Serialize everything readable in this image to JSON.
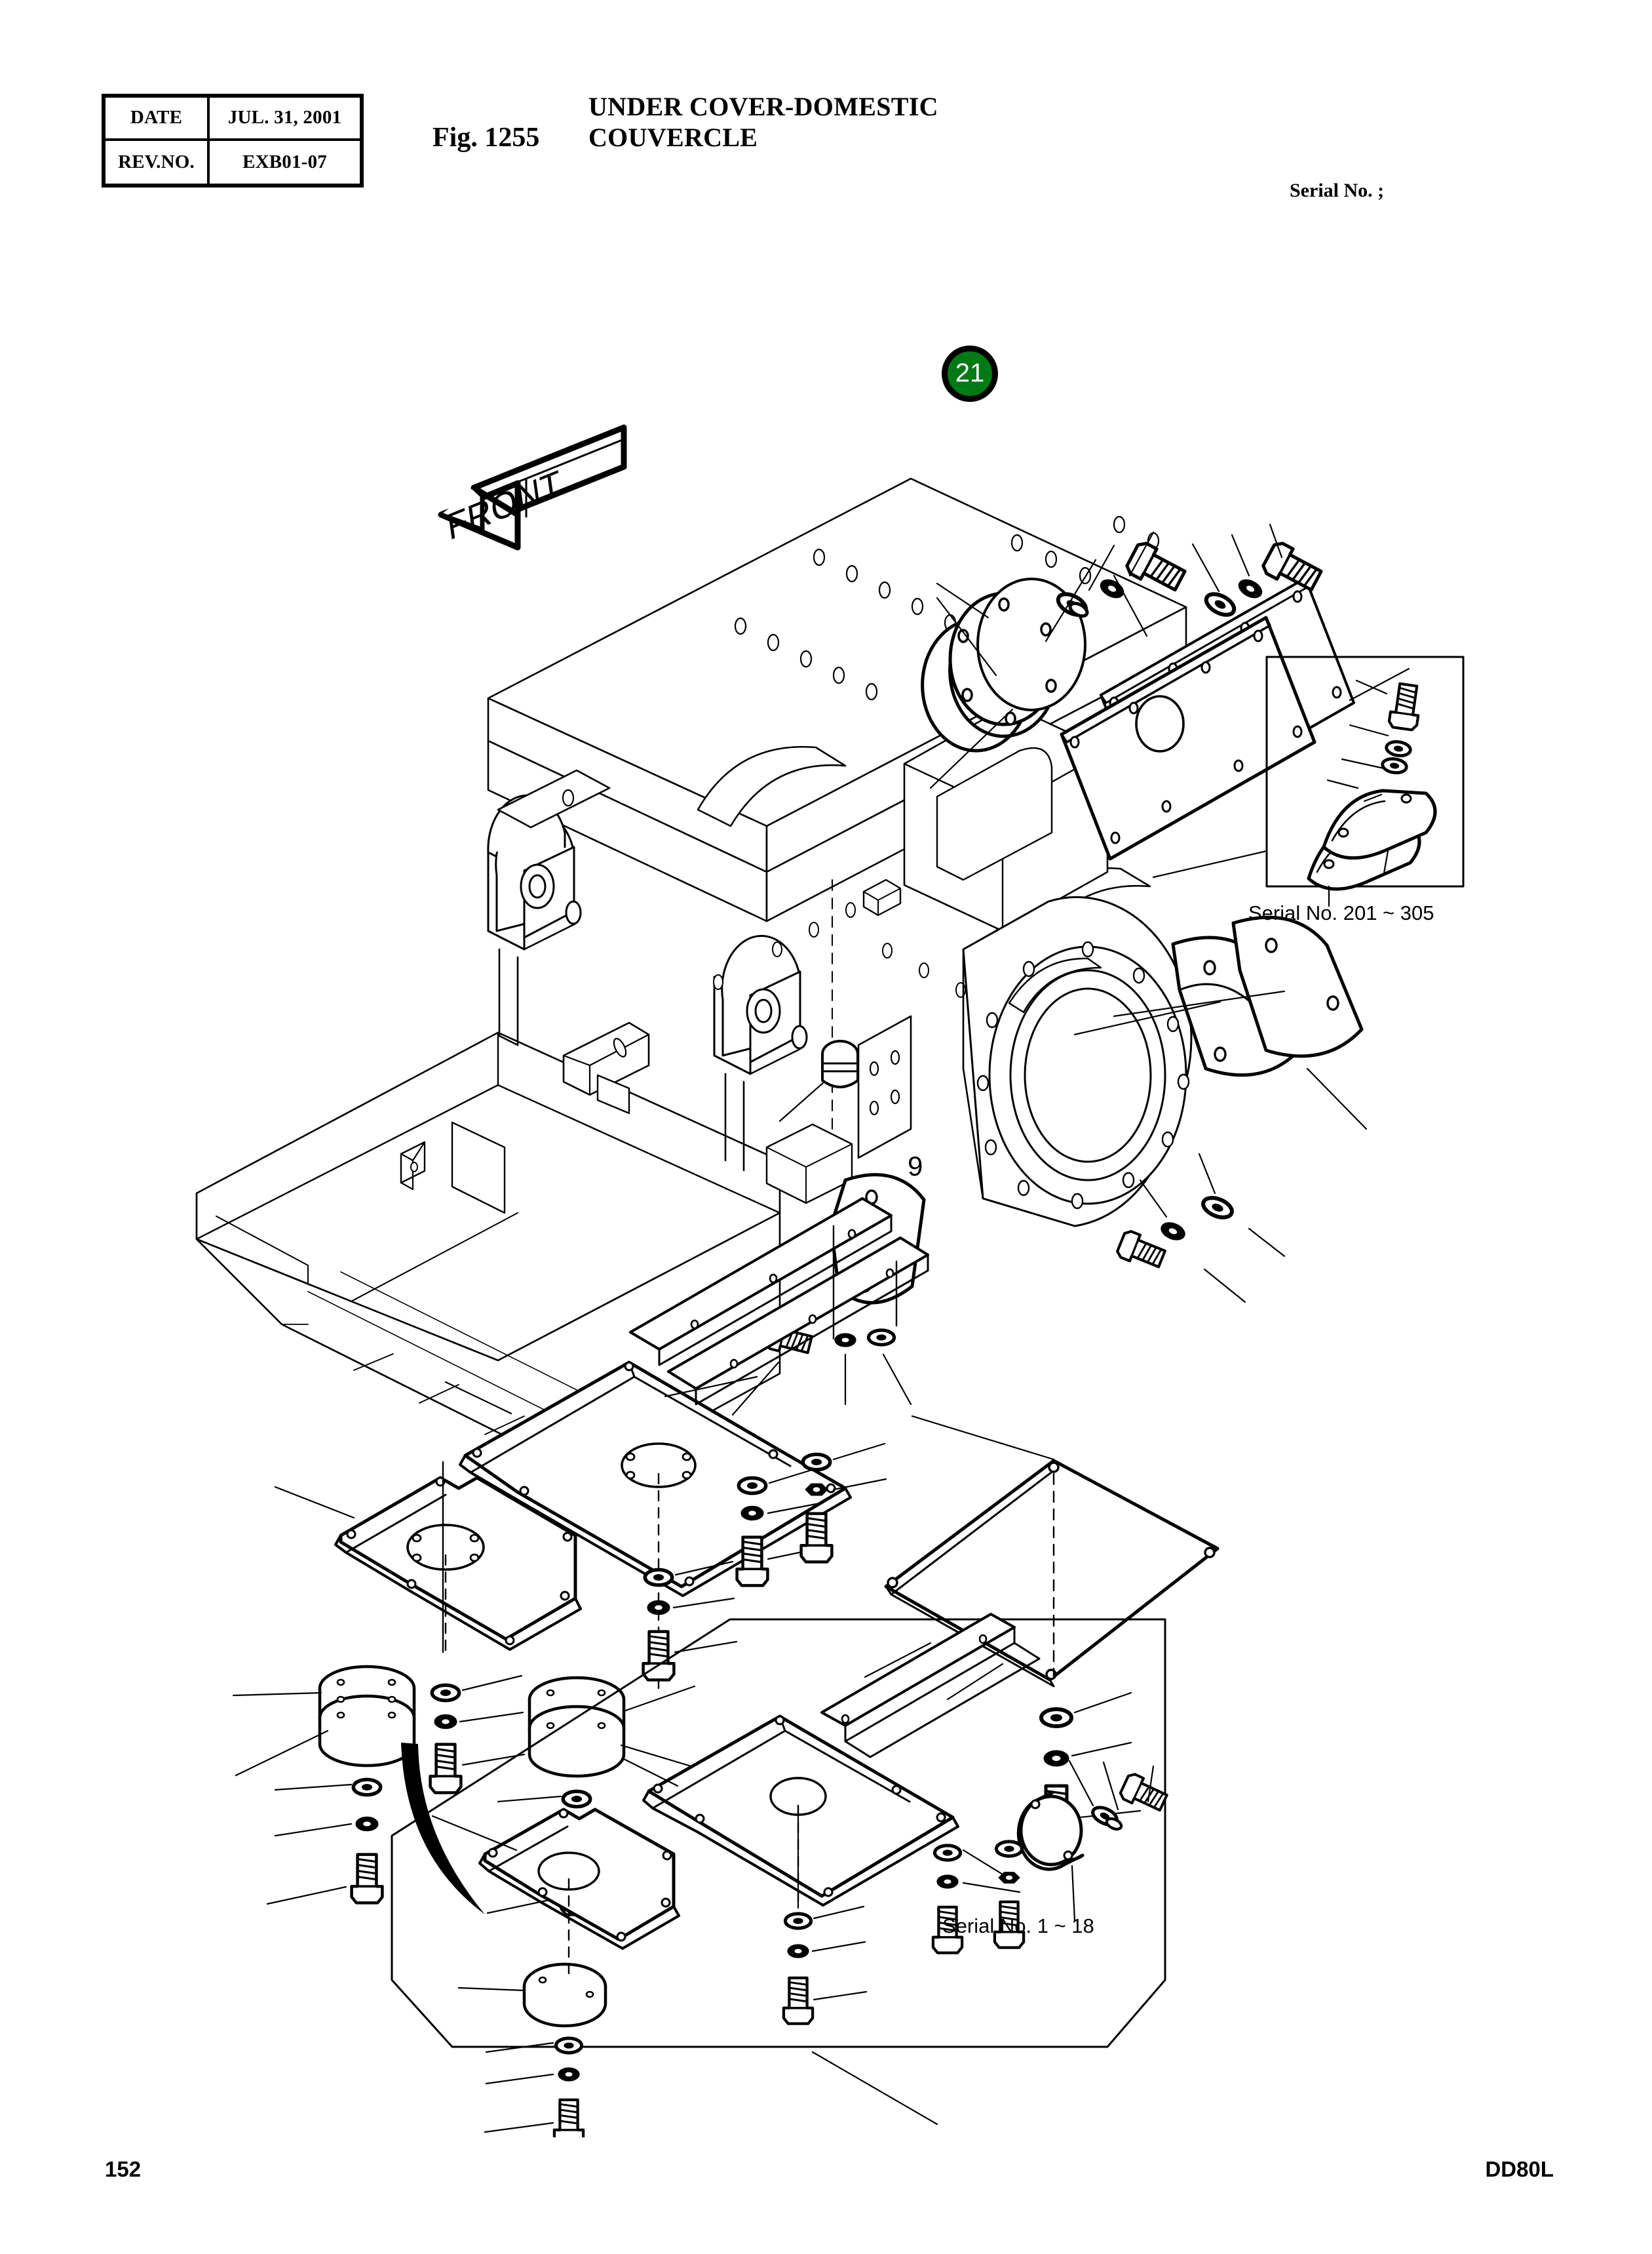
{
  "header": {
    "table": {
      "rows": [
        {
          "key": "DATE",
          "value": "JUL. 31, 2001"
        },
        {
          "key": "REV.NO.",
          "value": "EXB01-07"
        }
      ]
    },
    "figure_number": "Fig. 1255",
    "title_line1": "UNDER COVER-DOMESTIC",
    "title_line2": "COUVERCLE",
    "serial_label": "Serial No. ;"
  },
  "diagram": {
    "front_arrow_label": "FRONT",
    "callout": {
      "number": "21",
      "fill_color": "#007a14",
      "ring_color": "#000000",
      "text_color": "#ffffff"
    },
    "part_number_label": "9",
    "inset_upper_right_caption": "Serial No. 201 ~ 305",
    "inset_lower_caption": "Serial No. 1 ~ 18"
  },
  "footer": {
    "page_number": "152",
    "model": "DD80L"
  }
}
